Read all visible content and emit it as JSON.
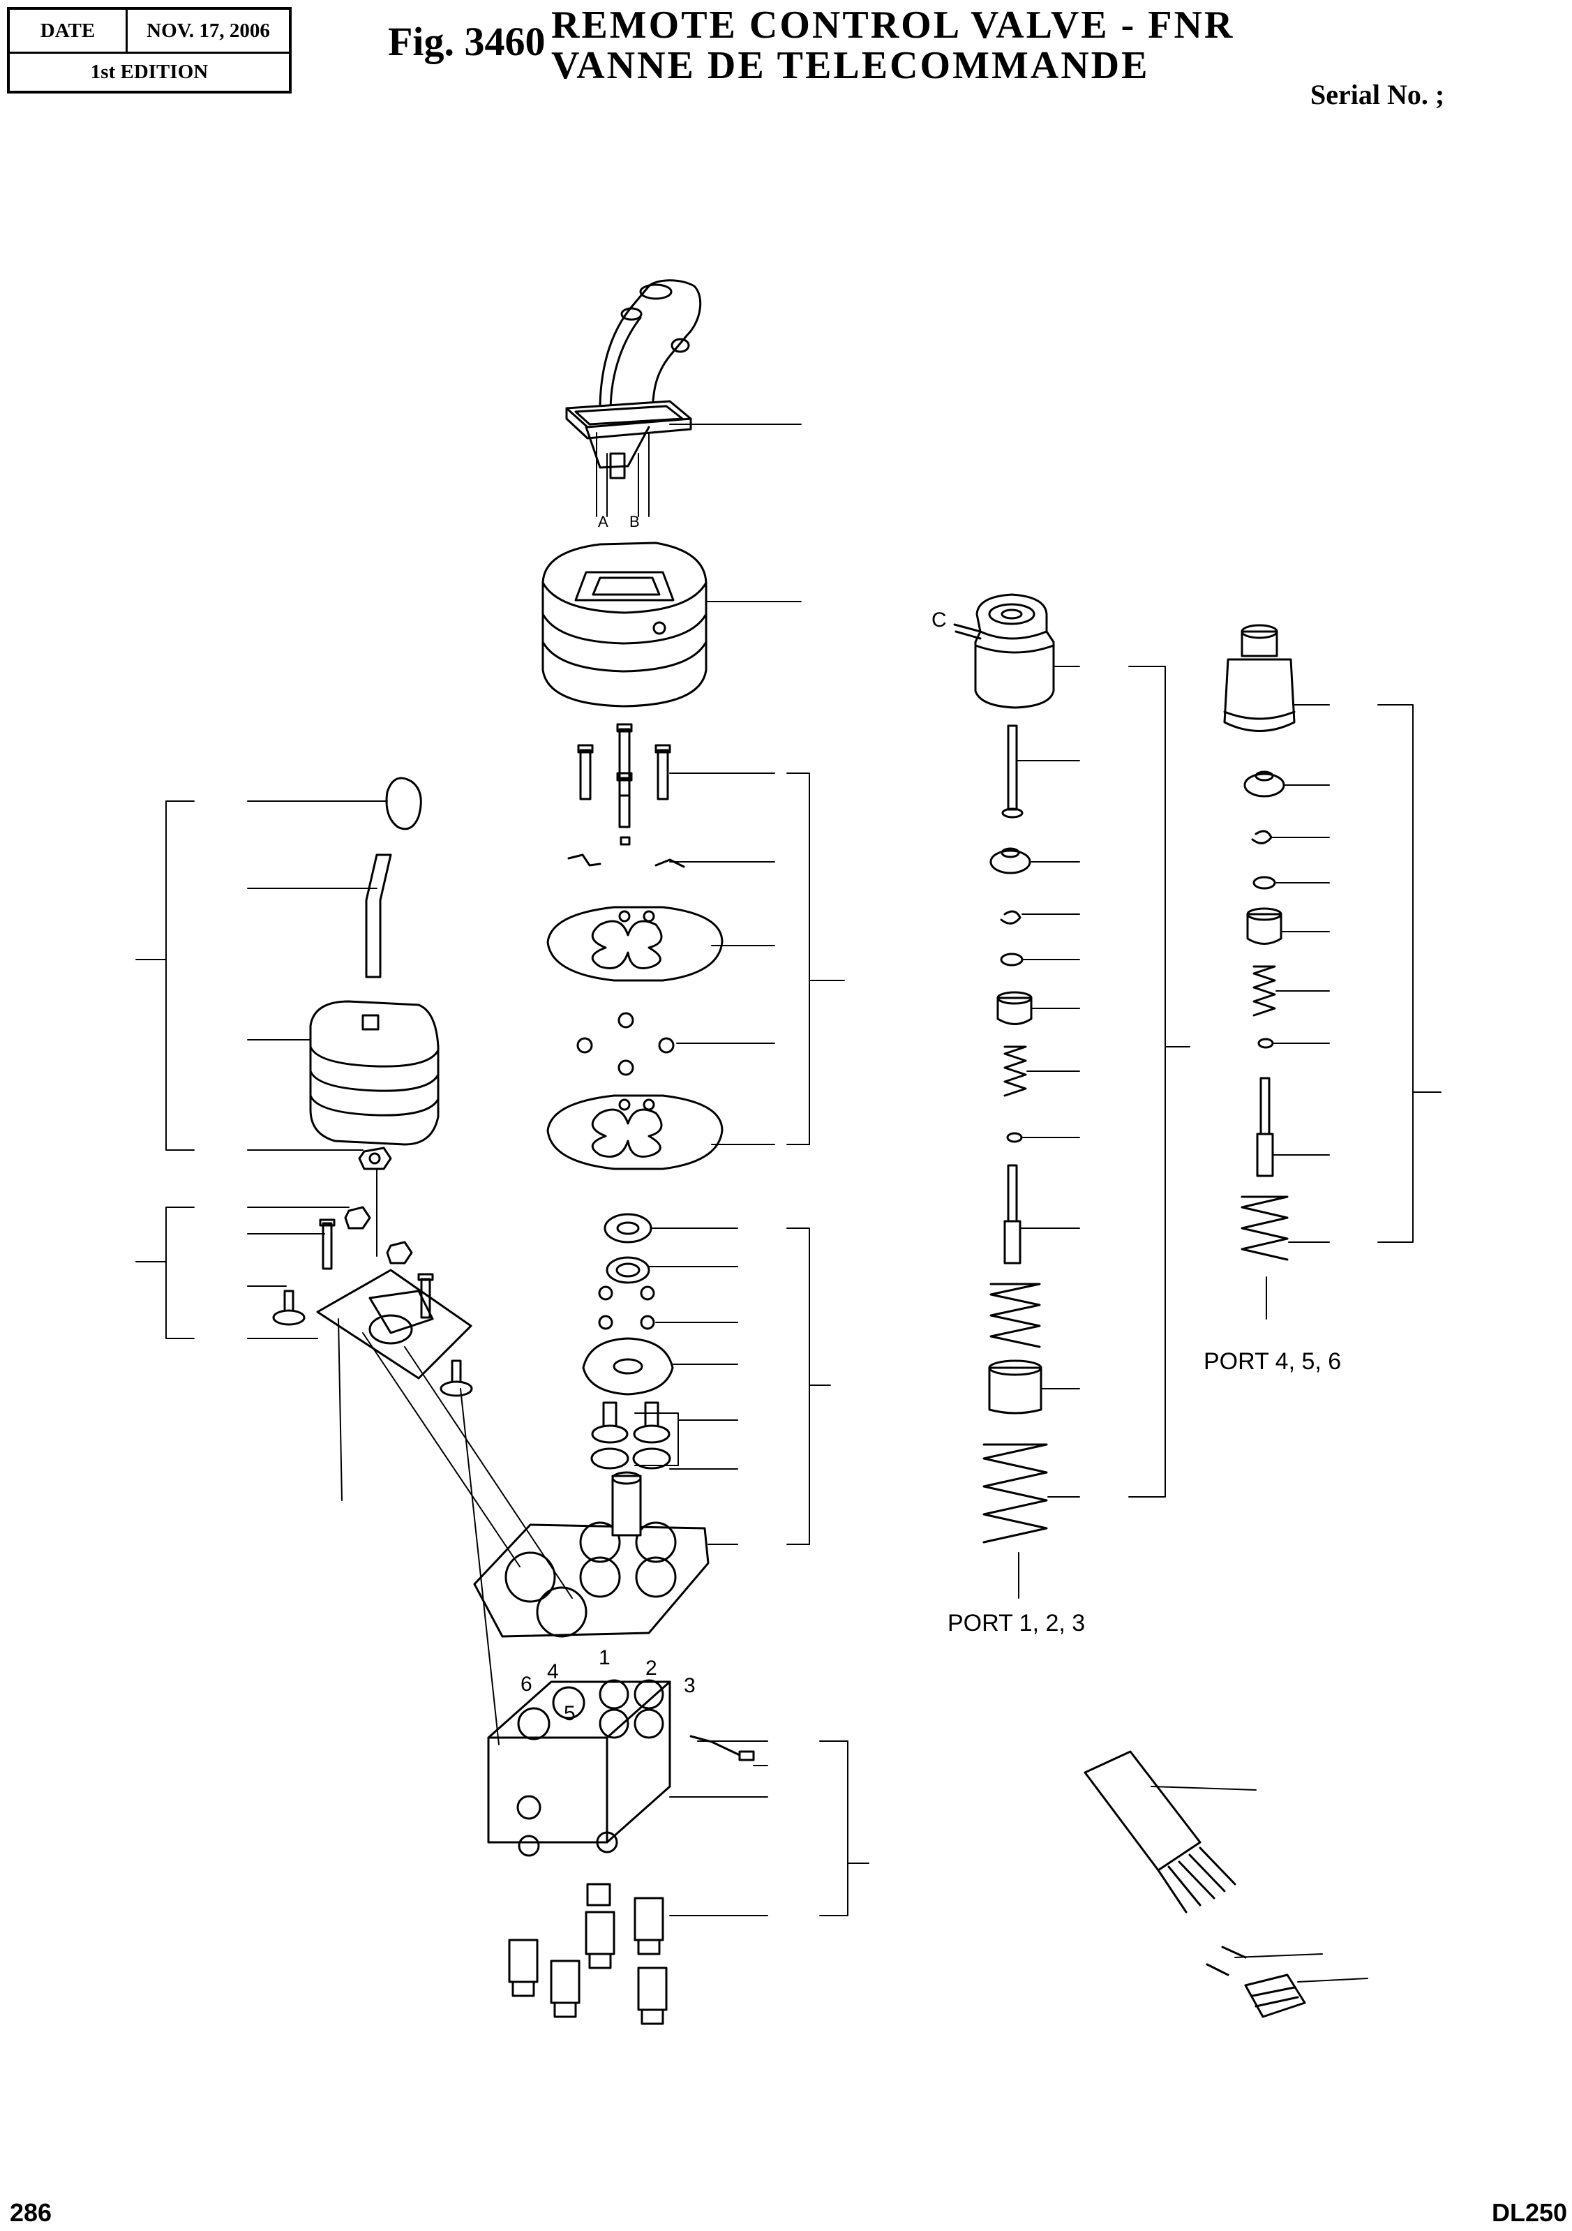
{
  "header": {
    "date_label": "DATE",
    "date_value": "NOV. 17, 2006",
    "edition": "1st EDITION",
    "figure_number": "Fig. 3460",
    "title_en": "REMOTE CONTROL VALVE - FNR",
    "title_fr": "VANNE DE TELECOMMANDE",
    "serial_label": "Serial No. ;"
  },
  "labels": {
    "port_123": "PORT 1, 2, 3",
    "port_456": "PORT 4, 5, 6",
    "port_numbers": [
      "1",
      "2",
      "3",
      "4",
      "5",
      "6"
    ],
    "connector_c": "C",
    "cable_a": "A",
    "cable_b": "B"
  },
  "footer": {
    "page": "286",
    "model": "DL250"
  }
}
